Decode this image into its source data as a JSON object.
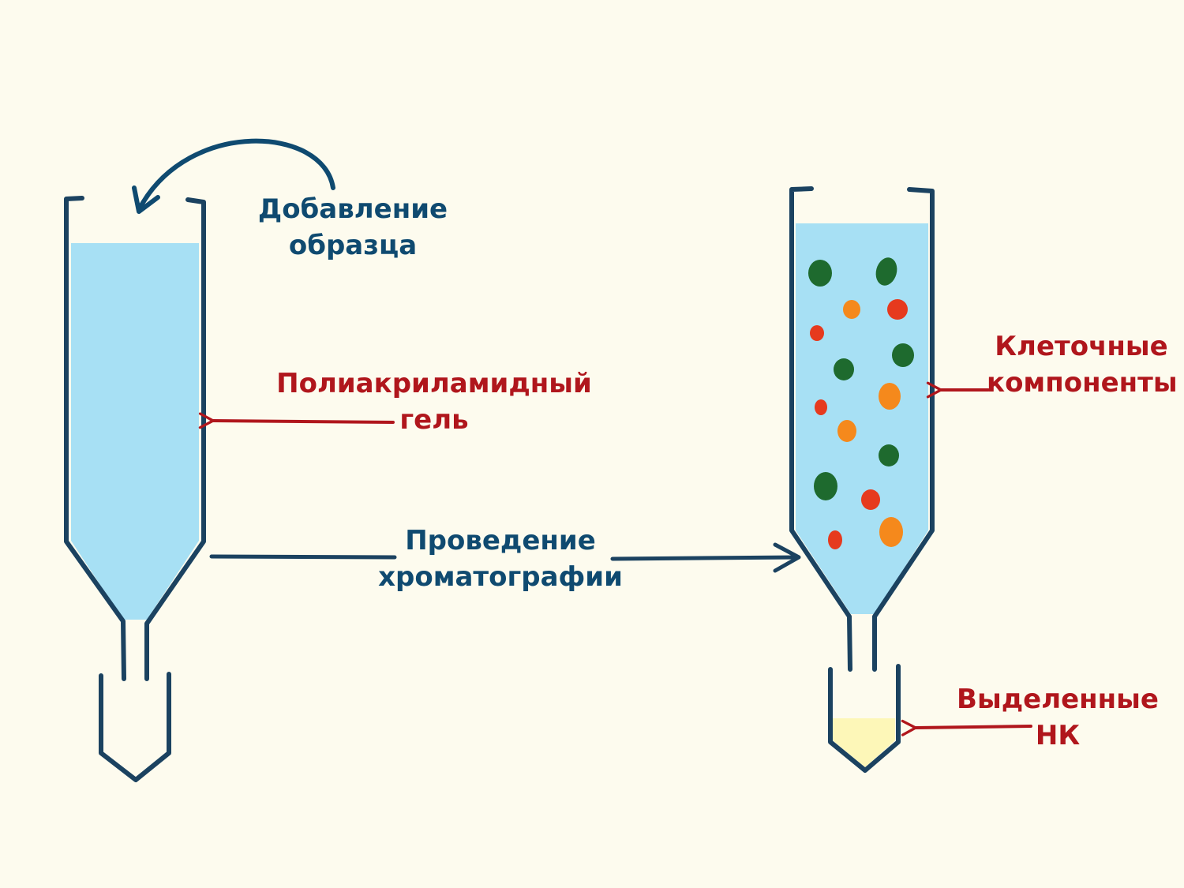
{
  "colors": {
    "background": "#fdfbee",
    "outline": "#1b4260",
    "label_blue": "#0f4a70",
    "label_red": "#b0161c",
    "gel": "#a7e0f4",
    "eluate": "#fdf7b8",
    "particle_green": "#1e6a2e",
    "particle_red": "#e63a1e",
    "particle_orange": "#f5891c"
  },
  "labels": {
    "add_sample": [
      "Добавление",
      "образца"
    ],
    "gel": [
      "Полиакриламидный",
      "гель"
    ],
    "chromatography": [
      "Проведение",
      "хроматографии"
    ],
    "cell_components": [
      "Клеточные",
      "компоненты"
    ],
    "isolated_na": [
      "Выделенные",
      "НК"
    ]
  }
}
